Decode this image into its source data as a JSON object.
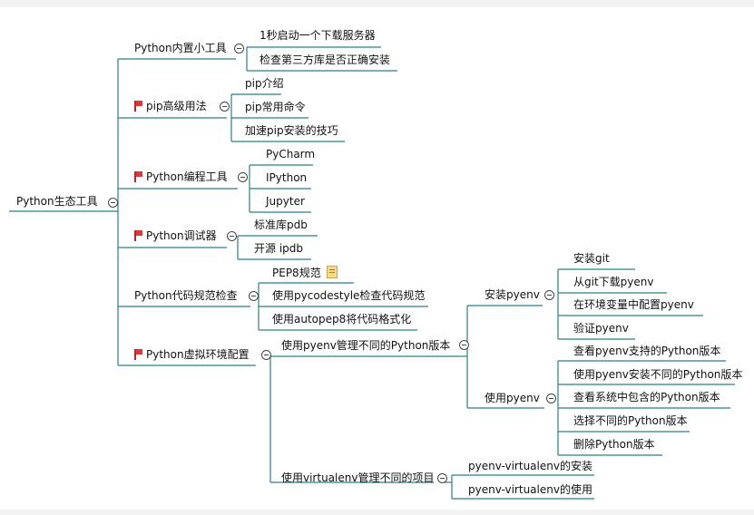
{
  "root": {
    "label": "Python生态工具"
  },
  "branches": [
    {
      "label": "Python内置小工具",
      "flag": false,
      "children": [
        "1秒启动一个下载服务器",
        "检查第三方库是否正确安装"
      ]
    },
    {
      "label": "pip高级用法",
      "flag": true,
      "children": [
        "pip介绍",
        "pip常用命令",
        "加速pip安装的技巧"
      ]
    },
    {
      "label": "Python编程工具",
      "flag": true,
      "children": [
        "PyCharm",
        "IPython",
        "Jupyter"
      ]
    },
    {
      "label": "Python调试器",
      "flag": true,
      "children": [
        "标准库pdb",
        "开源 ipdb"
      ]
    },
    {
      "label": "Python代码规范检查",
      "flag": false,
      "children": [
        "PEP8规范",
        "使用pycodestyle检查代码规范",
        "使用autopep8将代码格式化"
      ]
    },
    {
      "label": "Python虚拟环境配置",
      "flag": true,
      "sub": [
        {
          "label": "使用pyenv管理不同的Python版本",
          "groups": [
            {
              "label": "安装pyenv",
              "children": [
                "安装git",
                "从git下载pyenv",
                "在环境变量中配置pyenv",
                "验证pyenv"
              ]
            },
            {
              "label": "使用pyenv",
              "children": [
                "查看pyenv支持的Python版本",
                "使用pyenv安装不同的Python版本",
                "查看系统中包含的Python版本",
                "选择不同的Python版本",
                "删除Python版本"
              ]
            }
          ]
        },
        {
          "label": "使用virtualenv管理不同的项目",
          "children": [
            "pyenv-virtualenv的安装",
            "pyenv-virtualenv的使用"
          ]
        }
      ]
    }
  ],
  "icons": {
    "flag": "red-flag-icon",
    "note": "note-icon",
    "toggle": "collapse-toggle-icon"
  },
  "colors": {
    "connector": "#2f7f86",
    "flag": "#d63a3a"
  }
}
